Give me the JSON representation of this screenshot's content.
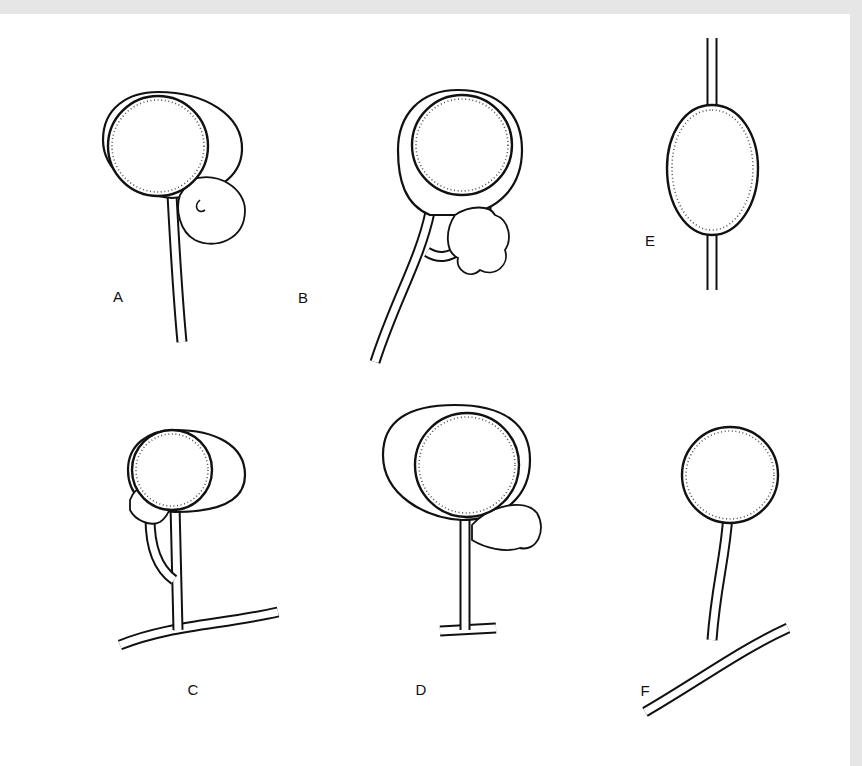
{
  "diagram": {
    "labels": [
      "A",
      "B",
      "E",
      "C",
      "D",
      "F"
    ]
  }
}
